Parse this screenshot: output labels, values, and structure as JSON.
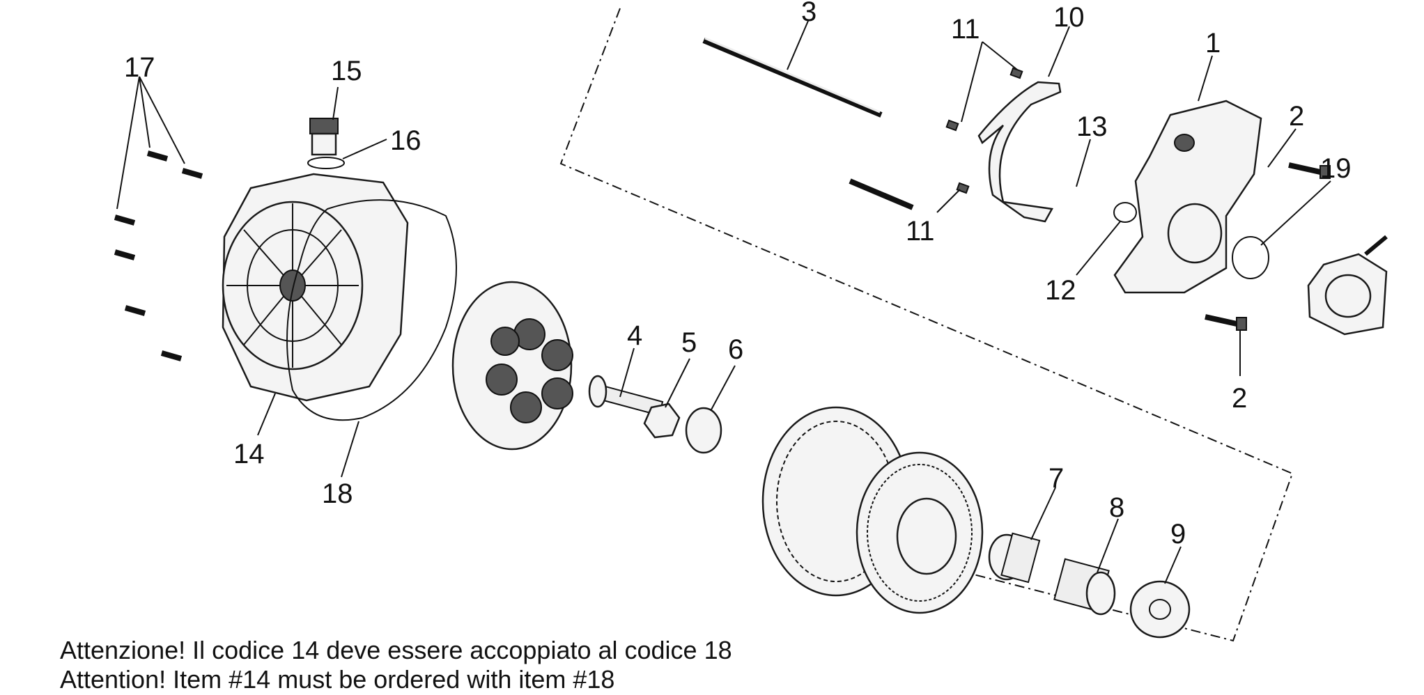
{
  "callouts": [
    {
      "id": "1",
      "text": "1"
    },
    {
      "id": "2a",
      "text": "2"
    },
    {
      "id": "2b",
      "text": "2"
    },
    {
      "id": "3",
      "text": "3"
    },
    {
      "id": "4",
      "text": "4"
    },
    {
      "id": "5",
      "text": "5"
    },
    {
      "id": "6",
      "text": "6"
    },
    {
      "id": "7",
      "text": "7"
    },
    {
      "id": "8",
      "text": "8"
    },
    {
      "id": "9",
      "text": "9"
    },
    {
      "id": "10",
      "text": "10"
    },
    {
      "id": "11a",
      "text": "11"
    },
    {
      "id": "11b",
      "text": "11"
    },
    {
      "id": "12",
      "text": "12"
    },
    {
      "id": "13",
      "text": "13"
    },
    {
      "id": "14",
      "text": "14"
    },
    {
      "id": "15",
      "text": "15"
    },
    {
      "id": "16",
      "text": "16"
    },
    {
      "id": "17",
      "text": "17"
    },
    {
      "id": "18",
      "text": "18"
    },
    {
      "id": "19",
      "text": "19"
    }
  ],
  "notes": {
    "italian": "Attenzione! Il codice 14 deve essere accoppiato al codice 18",
    "english": "Attention! Item #14 must be ordered with item #18"
  }
}
